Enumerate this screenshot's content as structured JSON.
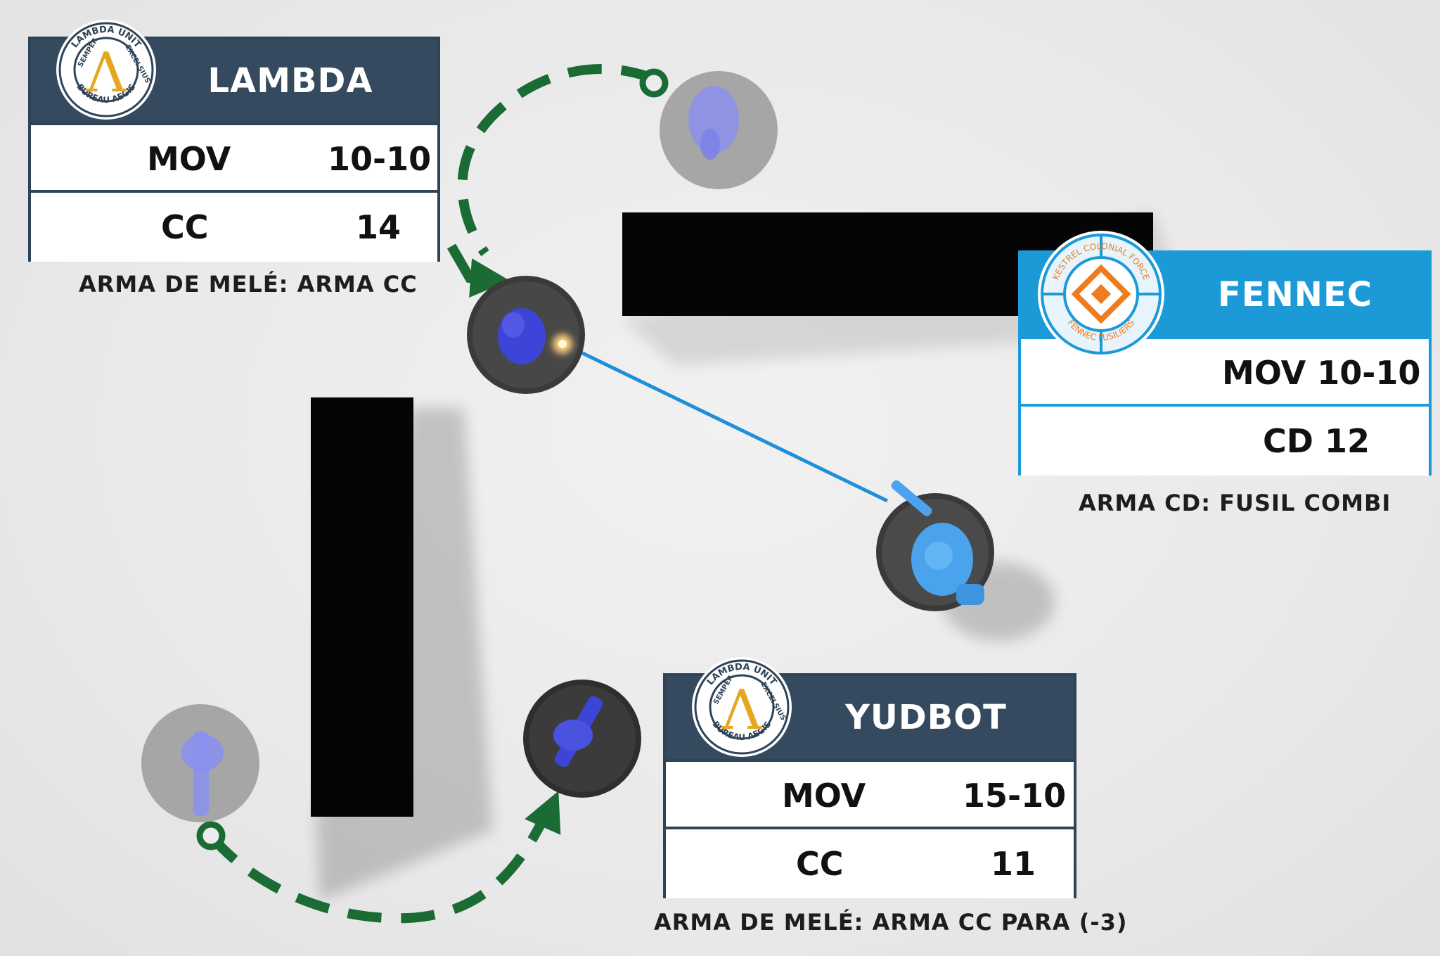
{
  "units": {
    "lambda": {
      "name": "LAMBDA",
      "stats": [
        {
          "label": "MOV",
          "value": "10-10"
        },
        {
          "label": "CC",
          "value": "14"
        }
      ],
      "weapon": "ARMA DE MELÉ: ARMA CC",
      "emblem": {
        "top": "LAMBDA UNIT",
        "left": "SEMPER",
        "right": "EXCELSIUS",
        "bottom": "BUREAU AEGIS",
        "symbol": "Λ"
      }
    },
    "fennec": {
      "name": "FENNEC",
      "stats": [
        {
          "label": "MOV 10-10"
        },
        {
          "label": "CD 12"
        }
      ],
      "weapon": "ARMA CD: FUSIL COMBI",
      "emblem": {
        "top": "KESTREL COLONIAL FORCE",
        "bottom": "FENNEC FUSILIERS"
      }
    },
    "yudbot": {
      "name": "YUDBOT",
      "stats": [
        {
          "label": "MOV",
          "value": "15-10"
        },
        {
          "label": "CC",
          "value": "11"
        }
      ],
      "weapon": "ARMA DE MELÉ: ARMA CC PARA (-3)",
      "emblem": {
        "top": "LAMBDA UNIT",
        "left": "SEMPER",
        "right": "EXCELSIUS",
        "bottom": "BUREAU AEGIS",
        "symbol": "Λ"
      }
    }
  },
  "colors": {
    "lambda_header": "#354a5f",
    "fennec_header": "#1c9ad8",
    "movement_path": "#1b6b35",
    "line_of_fire": "#1e8fd8",
    "miniature_blue": "#4a52e0",
    "emblem_gold": "#e3a81e",
    "emblem_orange": "#ef7d1f"
  },
  "icons": [
    "lambda-unit-emblem-icon",
    "kestrel-colonial-force-emblem-icon",
    "muzzle-flash-icon"
  ]
}
